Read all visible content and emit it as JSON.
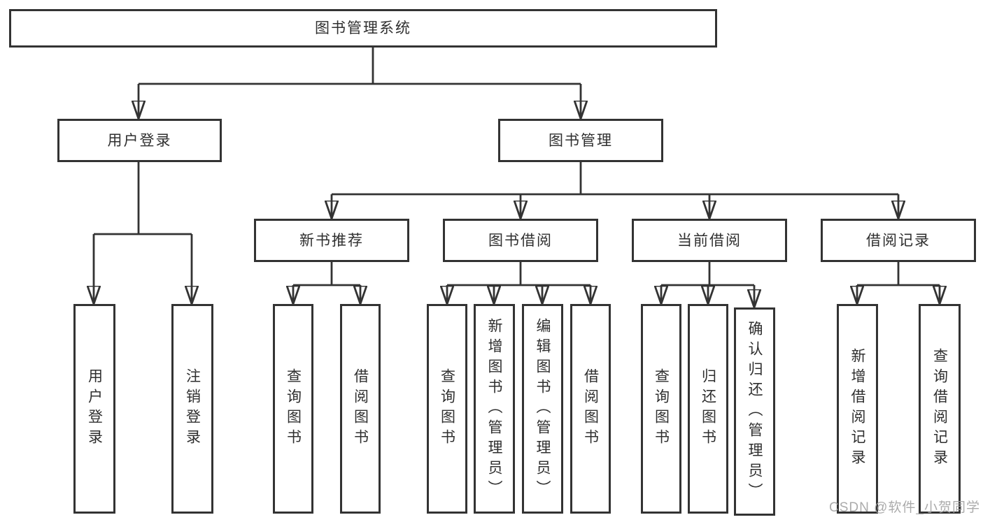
{
  "diagram": {
    "title": "图书管理系统",
    "root": "图书管理系统",
    "level2": {
      "user_login": "用户登录",
      "book_mgmt": "图书管理"
    },
    "level3": {
      "new_book_rec": "新书推荐",
      "book_borrow": "图书借阅",
      "current_borrow": "当前借阅",
      "borrow_record": "借阅记录"
    },
    "leaves": {
      "user_login": [
        "用户登录",
        "注销登录"
      ],
      "new_book_rec": [
        "查询图书",
        "借阅图书"
      ],
      "book_borrow": [
        "查询图书",
        "新增图书（管理员）",
        "编辑图书（管理员）",
        "借阅图书"
      ],
      "current_borrow": [
        "查询图书",
        "归还图书",
        "确认归还（管理员）"
      ],
      "borrow_record": [
        "新增借阅记录",
        "查询借阅记录"
      ]
    }
  },
  "watermark": "CSDN @软件_小贺同学",
  "colors": {
    "line": "#333333",
    "text": "#2f2f2f",
    "watermark": "#a3a3a3",
    "background": "#ffffff"
  }
}
